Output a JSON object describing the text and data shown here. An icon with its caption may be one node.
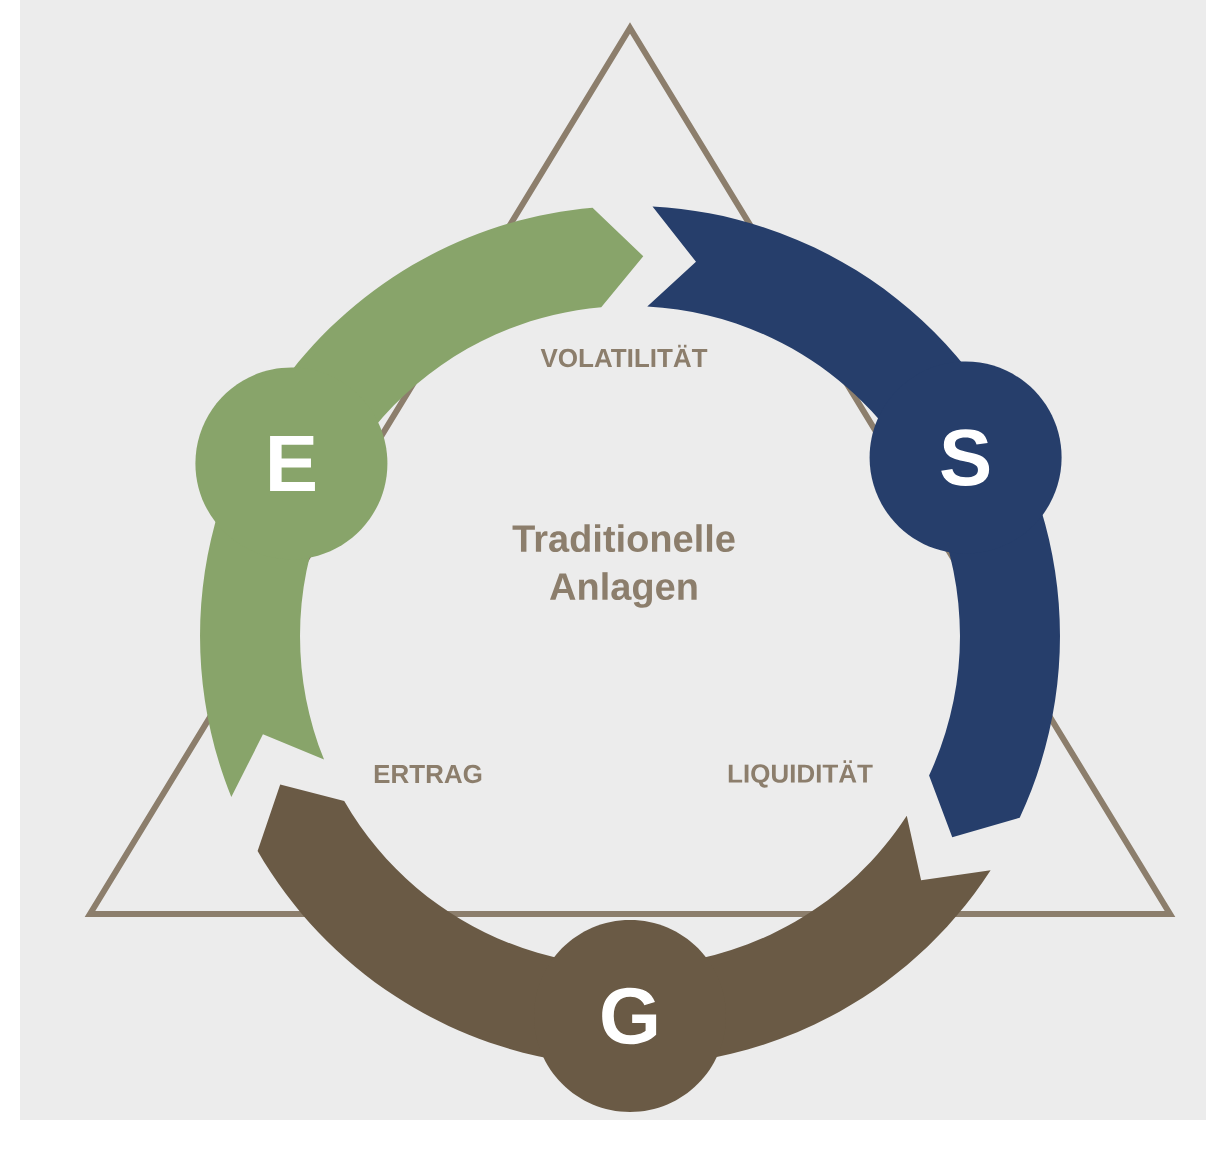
{
  "diagram": {
    "nodes": [
      {
        "text": [
          "E"
        ]
      },
      {
        "text": [
          "S"
        ]
      },
      {
        "text": [
          "G"
        ]
      }
    ],
    "labels": [
      "VOLATILITÄT",
      "Traditionelle Anlagen",
      "ERTRAG",
      "LIQUIDITÄT"
    ]
  }
}
